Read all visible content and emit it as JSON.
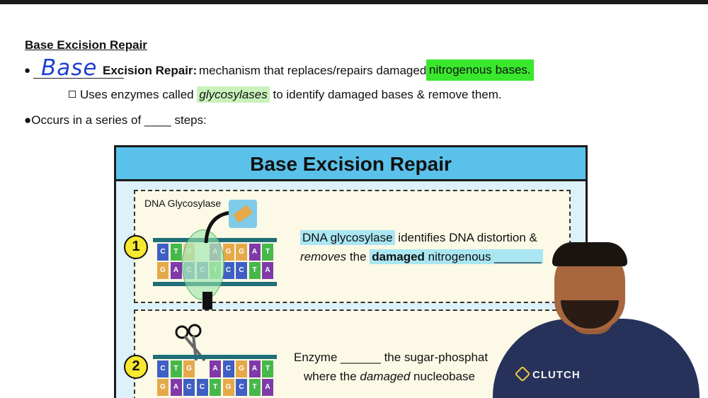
{
  "heading": "Base Excision Repair",
  "line1": {
    "bullet": "●",
    "handwritten": "Base",
    "term": "Excision Repair:",
    "description": "mechanism that replaces/repairs damaged",
    "highlight": "nitrogenous bases."
  },
  "line2": {
    "prefix": "Uses enzymes called",
    "enzyme": "glycosylases",
    "suffix": "to identify damaged bases & remove them."
  },
  "line3": "●Occurs in a series of ____ steps:",
  "figure": {
    "title": "Base Excision Repair",
    "step1": {
      "number": "1",
      "enzyme_label": "DNA Glycosylase",
      "text_part1": "DNA glycosylase",
      "text_part2": "identifies DNA distortion &",
      "text_part3": "removes",
      "text_part4": "the",
      "text_part5": "damaged",
      "text_part6": "nitrogenous _______",
      "top_bases": [
        "C",
        "T",
        "G",
        "",
        "A",
        "G",
        "G",
        "A",
        "T"
      ],
      "bottom_bases": [
        "G",
        "A",
        "C",
        "C",
        "T",
        "C",
        "C",
        "T",
        "A"
      ]
    },
    "step2": {
      "number": "2",
      "text_line1": "Enzyme ______ the sugar-phosphat",
      "text_line2a": "where the",
      "text_line2b": "damaged",
      "text_line2c": "nucleobase",
      "top_bases": [
        "C",
        "T",
        "G",
        "",
        "A",
        "C",
        "G",
        "A",
        "T"
      ],
      "bottom_bases": [
        "G",
        "A",
        "C",
        "C",
        "T",
        "G",
        "C",
        "T",
        "A"
      ]
    }
  },
  "presenter": {
    "shirt_logo": "CLUTCH"
  }
}
